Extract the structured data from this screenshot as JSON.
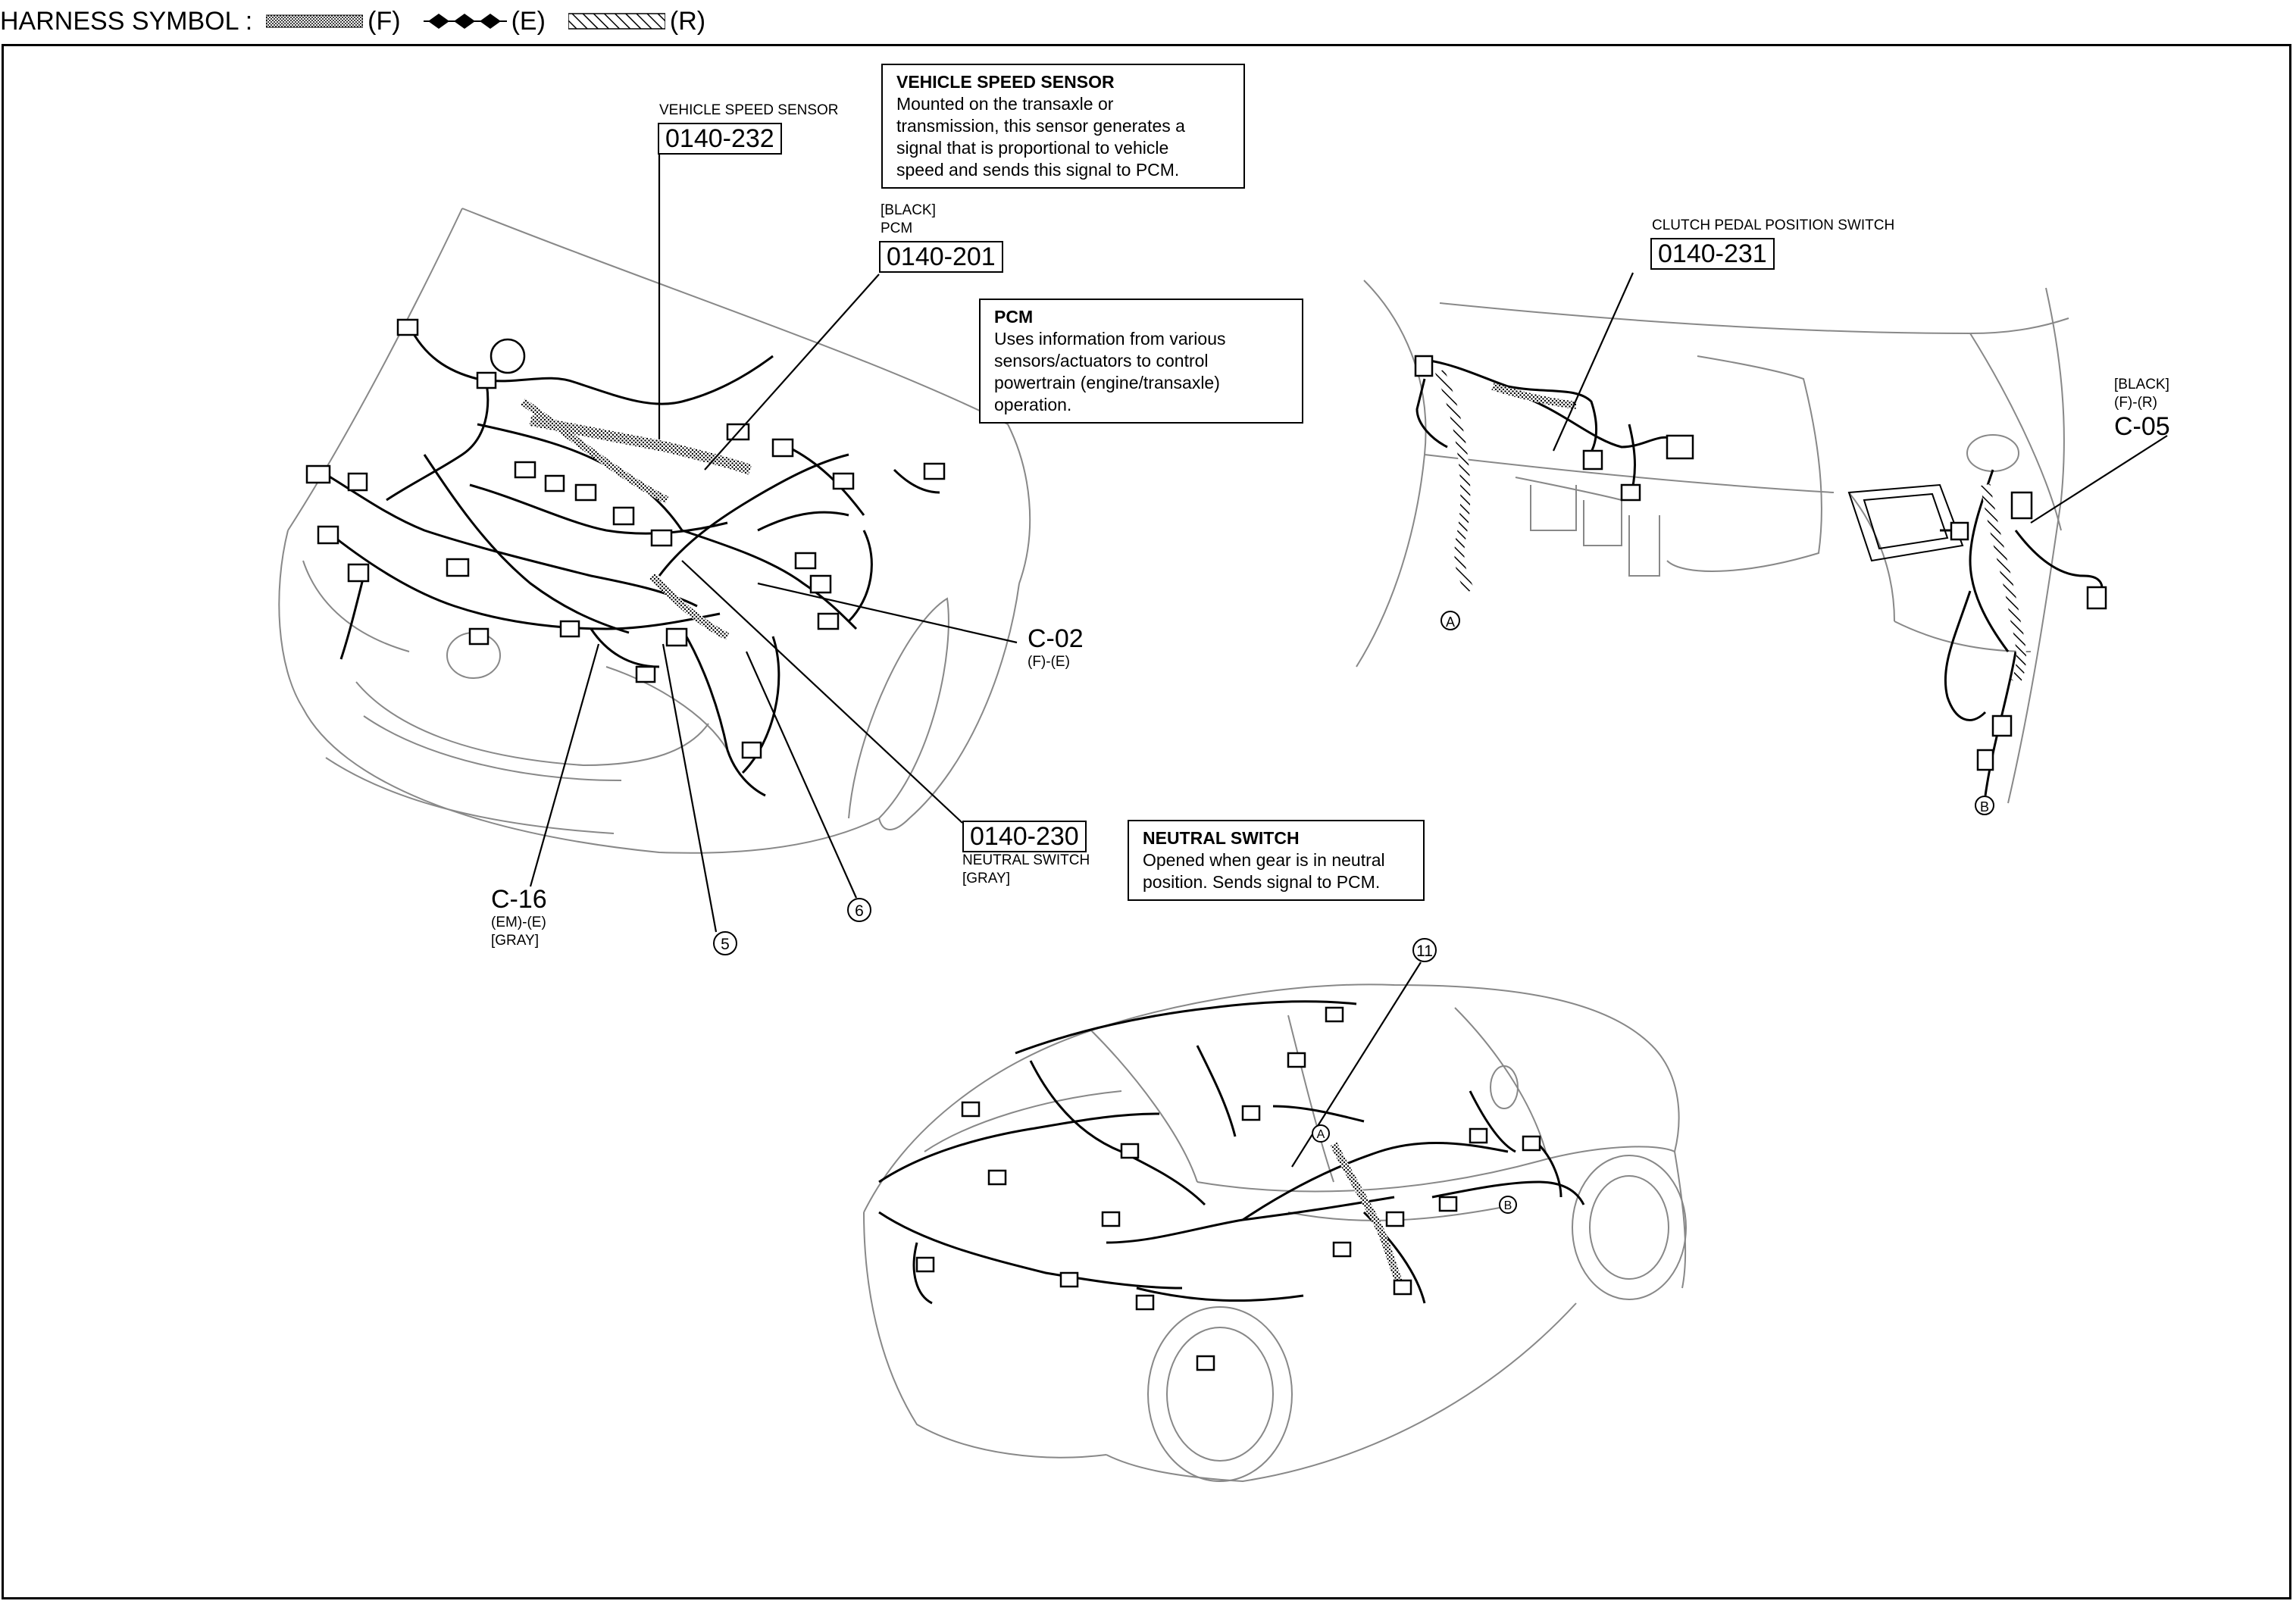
{
  "header": {
    "prefix": "HARNESS SYMBOL :",
    "f": "(F)",
    "e": "(E)",
    "r": "(R)"
  },
  "callouts": {
    "vss": {
      "name": "VEHICLE SPEED SENSOR",
      "code": "0140-232"
    },
    "pcm": {
      "color": "[BLACK]",
      "name": "PCM",
      "code": "0140-201"
    },
    "c02": {
      "id": "C-02",
      "type": "(F)-(E)"
    },
    "neutral": {
      "code": "0140-230",
      "name": "NEUTRAL SWITCH",
      "color": "[GRAY]"
    },
    "c16": {
      "id": "C-16",
      "type": "(EM)-(E)",
      "color": "[GRAY]"
    },
    "clutch": {
      "name": "CLUTCH PEDAL POSITION SWITCH",
      "code": "0140-231"
    },
    "c05": {
      "color": "[BLACK]",
      "type": "(F)-(R)",
      "id": "C-05"
    }
  },
  "descriptions": {
    "vss": {
      "title": "VEHICLE SPEED SENSOR",
      "body": "Mounted on the transaxle or\ntransmission, this sensor generates a\nsignal that is proportional to vehicle\nspeed and sends this signal to PCM."
    },
    "pcm": {
      "title": "PCM",
      "body": "Uses information from various\nsensors/actuators to control\npowertrain (engine/transaxle)\noperation."
    },
    "neutral": {
      "title": "NEUTRAL SWITCH",
      "body": "Opened when gear is in neutral\nposition. Sends signal to PCM."
    }
  },
  "markers": {
    "m5": "5",
    "m6": "6",
    "m11": "11",
    "a1": "A",
    "b1": "B",
    "a2": "A",
    "b2": "B"
  }
}
